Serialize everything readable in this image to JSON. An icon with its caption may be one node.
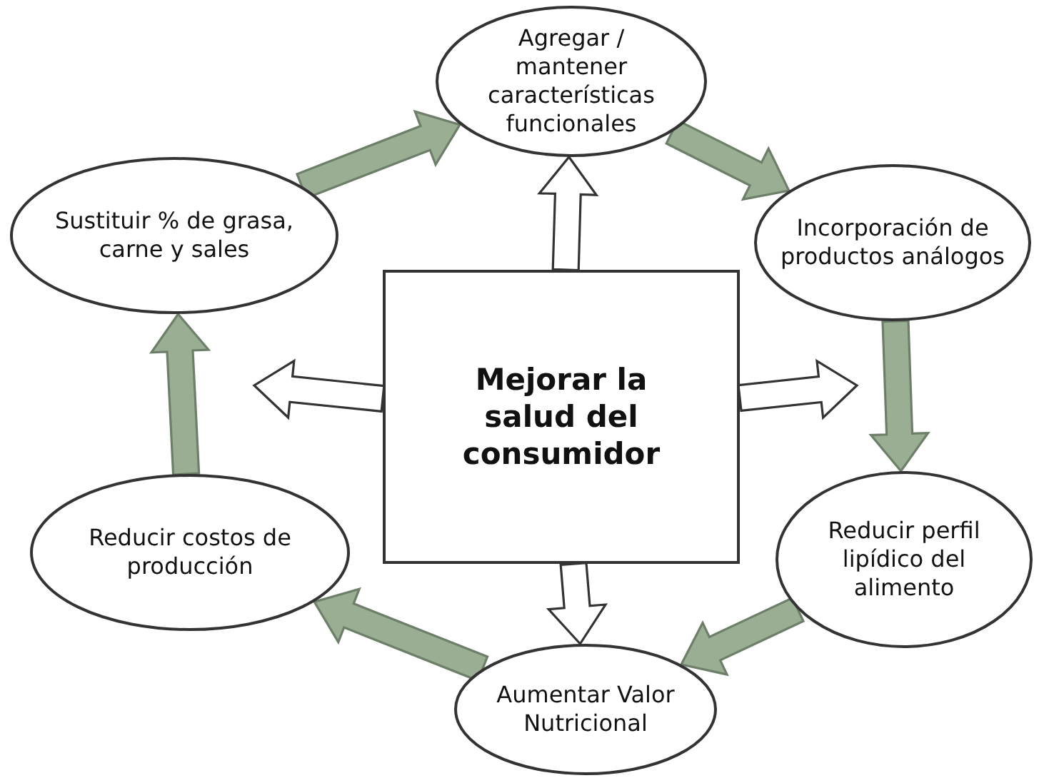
{
  "diagram": {
    "nodes": [
      {
        "text": [
          "Mejorar la salud del consumidor"
        ]
      },
      {
        "text": [
          "Agregar / mantener características funcionales"
        ]
      },
      {
        "text": [
          "Incorporación de productos análogos"
        ]
      },
      {
        "text": [
          "Reducir perfil lipídico del alimento"
        ]
      },
      {
        "text": [
          "Aumentar Valor Nutricional"
        ]
      },
      {
        "text": [
          "Reducir costos de producción"
        ]
      },
      {
        "text": [
          "Sustituir % de grasa, carne y sales"
        ]
      }
    ],
    "edges": [
      {
        "from": 0,
        "to": 1,
        "arrow": "to"
      },
      {
        "from": 0,
        "to": null,
        "arrow": "to"
      },
      {
        "from": 0,
        "to": 4,
        "arrow": "to"
      },
      {
        "from": 0,
        "to": null,
        "arrow": "to"
      },
      {
        "from": 6,
        "to": 1,
        "arrow": "to",
        "color": "#9aae94"
      },
      {
        "from": 1,
        "to": 2,
        "arrow": "to",
        "color": "#9aae94"
      },
      {
        "from": 2,
        "to": 3,
        "arrow": "to",
        "color": "#9aae94"
      },
      {
        "from": 3,
        "to": 4,
        "arrow": "to",
        "color": "#9aae94"
      },
      {
        "from": 4,
        "to": 5,
        "arrow": "to",
        "color": "#9aae94"
      },
      {
        "from": 5,
        "to": 6,
        "arrow": "to",
        "color": "#9aae94"
      }
    ]
  }
}
